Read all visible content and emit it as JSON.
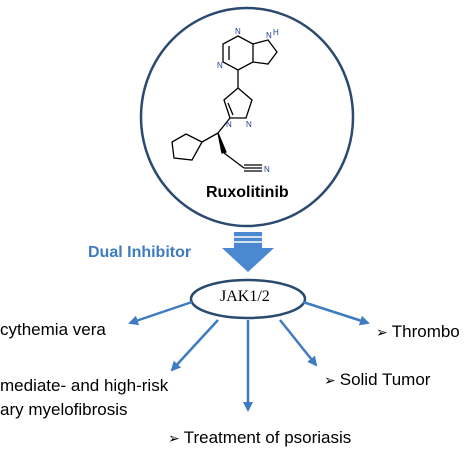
{
  "molecule": {
    "name": "Ruxolitinib",
    "atoms": {
      "n": "N",
      "h": "H"
    }
  },
  "arrow_label": "Dual Inhibitor",
  "target": "JAK1/2",
  "indications": {
    "polycythemia": "cythemia vera",
    "thrombo": "Thrombo",
    "myelofibrosis_line1": "mediate- and high-risk",
    "myelofibrosis_line2": "ary myelofibrosis",
    "solid_tumor": "Solid Tumor",
    "psoriasis": "Treatment of psoriasis"
  },
  "bullet_glyph": "➢",
  "colors": {
    "ellipse_stroke": "#2b4a6f",
    "accent_blue": "#3e7cc1",
    "arrow_fill": "#4a89d0",
    "bond": "#000000",
    "hetero_atom": "#1f3b8f"
  }
}
